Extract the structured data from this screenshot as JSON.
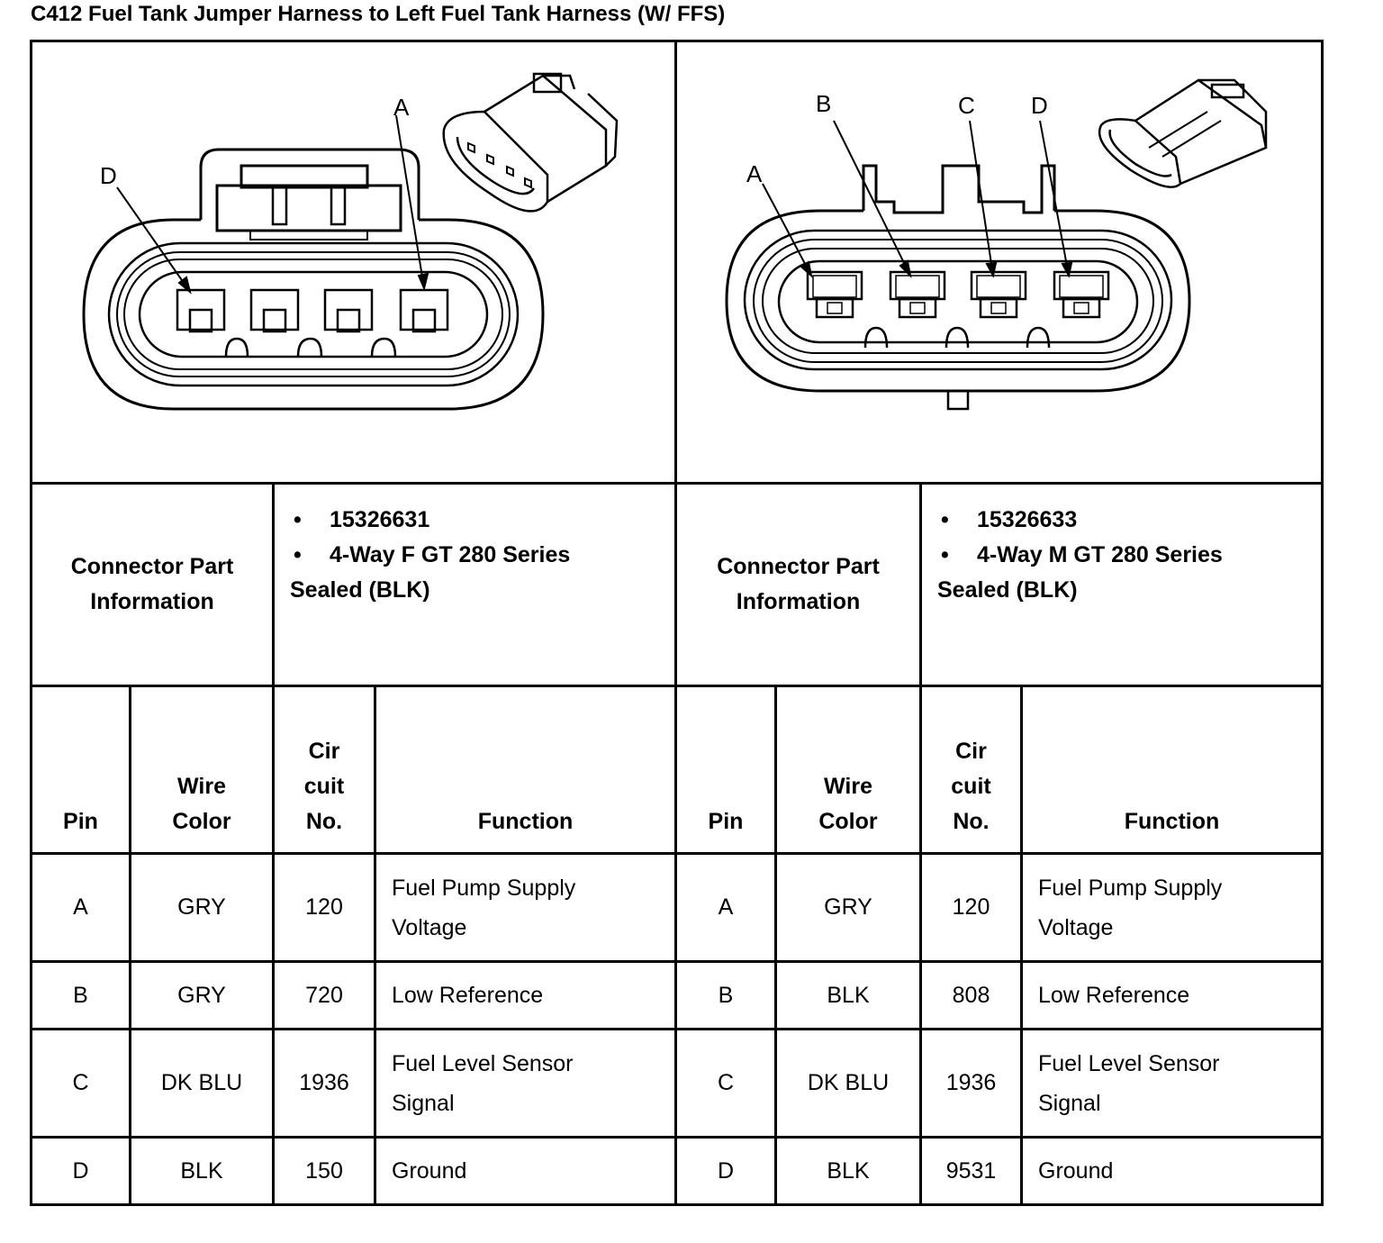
{
  "title": "C412 Fuel Tank Jumper Harness to Left Fuel Tank Harness (W/ FFS)",
  "connectors": [
    {
      "pin_labels": [
        "A",
        "D"
      ],
      "info_label": "Connector Part Information",
      "part_number": "15326631",
      "description_line1": "4-Way F GT 280 Series",
      "description_line2": "Sealed (BLK)",
      "headers": {
        "pin": "Pin",
        "wire_color": "Wire Color",
        "circuit_no": "Cir cuit No.",
        "function": "Function"
      },
      "rows": [
        {
          "pin": "A",
          "wire_color": "GRY",
          "circuit": "120",
          "function": "Fuel Pump Supply Voltage"
        },
        {
          "pin": "B",
          "wire_color": "GRY",
          "circuit": "720",
          "function": "Low Reference"
        },
        {
          "pin": "C",
          "wire_color": "DK BLU",
          "circuit": "1936",
          "function": "Fuel Level Sensor Signal"
        },
        {
          "pin": "D",
          "wire_color": "BLK",
          "circuit": "150",
          "function": "Ground"
        }
      ]
    },
    {
      "pin_labels": [
        "A",
        "B",
        "C",
        "D"
      ],
      "info_label": "Connector Part Information",
      "part_number": "15326633",
      "description_line1": "4-Way M GT 280 Series",
      "description_line2": "Sealed (BLK)",
      "headers": {
        "pin": "Pin",
        "wire_color": "Wire Color",
        "circuit_no": "Cir cuit No.",
        "function": "Function"
      },
      "rows": [
        {
          "pin": "A",
          "wire_color": "GRY",
          "circuit": "120",
          "function": "Fuel Pump Supply Voltage"
        },
        {
          "pin": "B",
          "wire_color": "BLK",
          "circuit": "808",
          "function": "Low Reference"
        },
        {
          "pin": "C",
          "wire_color": "DK BLU",
          "circuit": "1936",
          "function": "Fuel Level Sensor Signal"
        },
        {
          "pin": "D",
          "wire_color": "BLK",
          "circuit": "9531",
          "function": "Ground"
        }
      ]
    }
  ]
}
